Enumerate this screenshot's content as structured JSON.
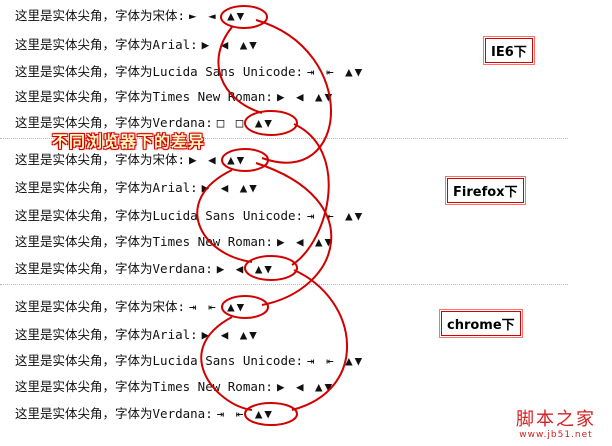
{
  "sections": [
    {
      "browser": "IE6下",
      "lines": [
        {
          "prefix": "这里是实体尖角，字体为",
          "font": "宋体:",
          "arrows": "► ◄ ▲▼"
        },
        {
          "prefix": "这里是实体尖角，字体为",
          "font": "Arial:",
          "arrows": "▶ ◀ ▲▼"
        },
        {
          "prefix": "这里是实体尖角，字体为",
          "font": "Lucida Sans Unicode:",
          "arrows": "⇥ ⇤ ▲▼"
        },
        {
          "prefix": "这里是实体尖角，字体为",
          "font": "Times New Roman:",
          "arrows": "▶ ◀ ▲▼"
        },
        {
          "prefix": "这里是实体尖角，字体为",
          "font": "Verdana:",
          "arrows": "□ □ ▲▼"
        }
      ]
    },
    {
      "browser": "Firefox下",
      "lines": [
        {
          "prefix": "这里是实体尖角，字体为",
          "font": "宋体:",
          "arrows": "▶ ◀ ▲▼"
        },
        {
          "prefix": "这里是实体尖角，字体为",
          "font": "Arial:",
          "arrows": "▶ ◀ ▲▼"
        },
        {
          "prefix": "这里是实体尖角，字体为",
          "font": "Lucida Sans Unicode:",
          "arrows": "⇥ ⇤ ▲▼"
        },
        {
          "prefix": "这里是实体尖角，字体为",
          "font": "Times New Roman:",
          "arrows": "▶ ◀ ▲▼"
        },
        {
          "prefix": "这里是实体尖角，字体为",
          "font": "Verdana:",
          "arrows": "▶ ◀ ▲▼"
        }
      ]
    },
    {
      "browser": "chrome下",
      "lines": [
        {
          "prefix": "这里是实体尖角，字体为",
          "font": "宋体:",
          "arrows": "⇥ ⇤ ▲▼"
        },
        {
          "prefix": "这里是实体尖角，字体为",
          "font": "Arial:",
          "arrows": "▶ ◀ ▲▼"
        },
        {
          "prefix": "这里是实体尖角，字体为",
          "font": "Lucida Sans Unicode:",
          "arrows": "⇥ ⇤ ▲▼"
        },
        {
          "prefix": "这里是实体尖角，字体为",
          "font": "Times New Roman:",
          "arrows": "▶ ◀ ▲▼"
        },
        {
          "prefix": "这里是实体尖角，字体为",
          "font": "Verdana:",
          "arrows": "⇥ ⇤ ▲▼"
        }
      ]
    }
  ],
  "banner": "不同浏览器下的差异",
  "watermark": {
    "title": "脚本之家",
    "url": "www.jb51.net"
  },
  "colors": {
    "annotation": "#d00000",
    "text": "#111111",
    "divider": "#b8b8b8"
  }
}
